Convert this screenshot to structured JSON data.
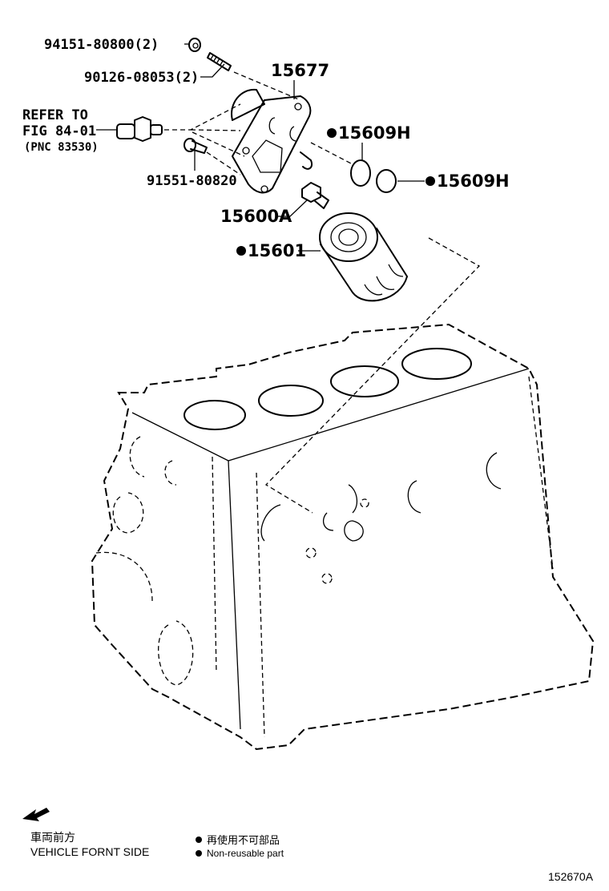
{
  "callouts": {
    "nut": "94151-80800(2)",
    "stud": "90126-08053(2)",
    "bracket": "15677",
    "refer_line1": "REFER TO",
    "refer_line2": "FIG 84-01",
    "refer_line3": "(PNC 83530)",
    "oring_upper": "15609H",
    "bolt": "91551-80820",
    "oring_lower": "15609H",
    "union": "15600A",
    "filter": "15601"
  },
  "footer": {
    "direction_jp": "車両前方",
    "direction_en": "VEHICLE FORNT SIDE",
    "legend_jp": "再使用不可部品",
    "legend_en": "Non-reusable part",
    "figure_id": "152670A"
  },
  "icons": {
    "non_reusable_marker": "filled-circle",
    "direction": "arrow-down-left"
  }
}
